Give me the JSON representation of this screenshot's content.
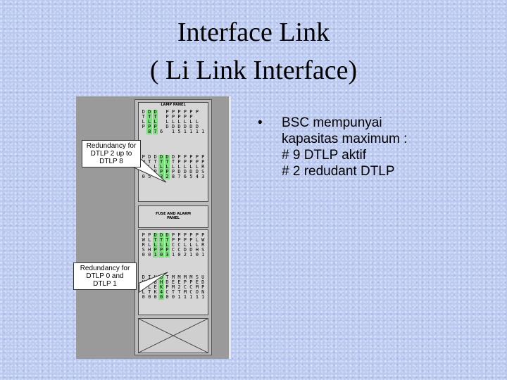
{
  "slide": {
    "title_line1": "Interface Link",
    "title_line2": "( Li Link Interface)",
    "bullet_symbol": "•",
    "bullet_lines": [
      "BSC mempunyai",
      "kapasitas maximum :",
      "# 9 DTLP aktif",
      "# 2 redudant DTLP"
    ]
  },
  "figure": {
    "lamp_panel_label": "LAMP PANEL",
    "fuse_alarm_label_line1": "FUSE AND ALARM",
    "fuse_alarm_label_line2": "PANEL",
    "callout_top": [
      "Redundancy for",
      "DTLP 2  up to",
      "DTLP 8"
    ],
    "callout_bottom": [
      "Redundancy for",
      "DTLP 0 and",
      "DTLP 1"
    ],
    "upper_block": [
      [
        "D",
        "D",
        "D",
        "",
        "P",
        "P",
        "P",
        "P",
        "P",
        "P",
        ""
      ],
      [
        "T",
        "T",
        "T",
        "",
        "P",
        "P",
        "P",
        "P",
        "P",
        "",
        " "
      ],
      [
        "L",
        "L",
        "L",
        "",
        "L",
        "L",
        "L",
        "L",
        "L",
        "L",
        ""
      ],
      [
        "P",
        "P",
        "P",
        "",
        "D",
        "D",
        "D",
        "D",
        "D",
        "D",
        ""
      ],
      [
        "",
        "8",
        "7",
        "6",
        "",
        "1",
        "5",
        "1",
        "1",
        "1",
        "1"
      ]
    ],
    "middle_block": [
      [
        "P",
        "D",
        "D",
        "D",
        "D",
        "D",
        "P",
        "P",
        "P",
        "P",
        "P"
      ],
      [
        "W",
        "T",
        "T",
        "T",
        "T",
        "T",
        "P",
        "P",
        "P",
        "P",
        "P"
      ],
      [
        "R",
        "L",
        "L",
        "L",
        "L",
        "L",
        "L",
        "L",
        "L",
        "L",
        "R"
      ],
      [
        "",
        "P",
        "P",
        "P",
        "P",
        "P",
        "D",
        "D",
        "D",
        "D",
        "S"
      ],
      [
        "0",
        "5",
        "4",
        "3",
        "2",
        "8",
        "7",
        "6",
        "5",
        "4",
        "3"
      ]
    ],
    "lower_block": [
      [
        "P",
        "P",
        "D",
        "D",
        "D",
        "P",
        "P",
        "P",
        "P",
        "P",
        "P"
      ],
      [
        "W",
        "L",
        "T",
        "T",
        "T",
        "P",
        "P",
        "P",
        "P",
        "L",
        "W"
      ],
      [
        "R",
        "L",
        "L",
        "L",
        "L",
        "C",
        "C",
        "L",
        "L",
        "L",
        "R"
      ],
      [
        "S",
        "H",
        "P",
        "P",
        "P",
        "C",
        "C",
        "D",
        "D",
        "H",
        "S"
      ],
      [
        "0",
        "0",
        "1",
        "0",
        "3",
        "1",
        "0",
        "2",
        "1",
        "0",
        "1"
      ]
    ],
    "bottom_block": [
      [
        "D",
        "I",
        "U",
        "S",
        "T",
        "M",
        "M",
        "M",
        "M",
        "S",
        "U"
      ],
      [
        "K",
        "S",
        "B",
        "H",
        "D",
        "E",
        "E",
        "P",
        "P",
        "E",
        "D"
      ],
      [
        "4",
        "L",
        "E",
        "K",
        "P",
        "M",
        "2",
        "C",
        "C",
        "M",
        "P"
      ],
      [
        "L",
        "T",
        "K",
        "4",
        "C",
        "T",
        "T",
        "M",
        "C",
        "O",
        "N"
      ],
      [
        "0",
        "0",
        "0",
        "0",
        "0",
        "0",
        "1",
        "1",
        "1",
        "1",
        "1"
      ]
    ]
  }
}
